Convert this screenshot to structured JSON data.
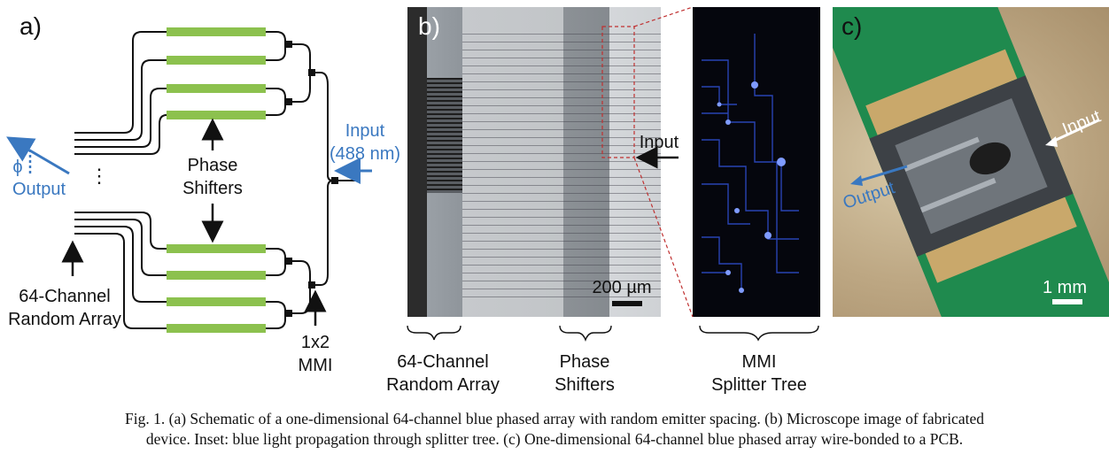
{
  "panel_a": {
    "letter": "a)",
    "phase_shifters": [
      "Phase",
      "Shifters"
    ],
    "input_label": [
      "Input",
      "(488 nm)"
    ],
    "phi": "ϕ",
    "output": "Output",
    "ellipsis": "⋮",
    "random_array": [
      "64-Channel",
      "Random Array"
    ],
    "mmi": [
      "1x2",
      "MMI"
    ]
  },
  "panel_b": {
    "letter": "b)",
    "input": "Input",
    "scale": "200 µm",
    "bottom_labels": [
      [
        "64-Channel",
        "Random Array"
      ],
      [
        "Phase",
        "Shifters"
      ],
      [
        "MMI",
        "Splitter Tree"
      ]
    ]
  },
  "panel_c": {
    "letter": "c)",
    "input": "Input",
    "output": "Output",
    "scale": "1 mm"
  },
  "caption": {
    "line1": "Fig. 1. (a) Schematic of a one-dimensional 64-channel blue phased array with random emitter spacing. (b) Microscope image of fabricated",
    "line2": "device. Inset: blue light propagation through splitter tree. (c) One-dimensional 64-channel blue phased array wire-bonded to a PCB."
  },
  "colors": {
    "phase_shifter_green": "#8cc14e",
    "accent_blue": "#3a78c0",
    "dashed_red": "#c03030"
  }
}
